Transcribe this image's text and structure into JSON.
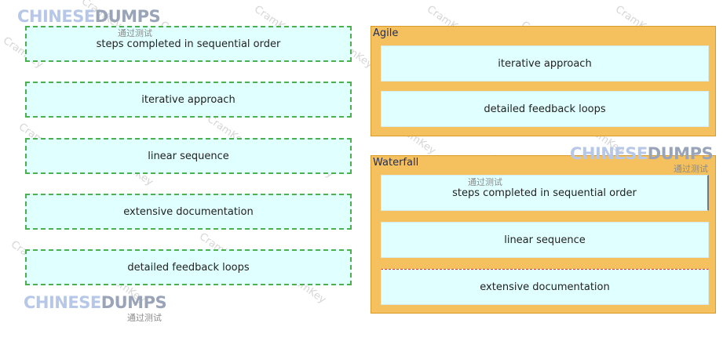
{
  "source_items": [
    "steps completed in sequential order",
    "iterative approach",
    "linear sequence",
    "extensive documentation",
    "detailed feedback loops"
  ],
  "panels": {
    "agile": {
      "title": "Agile",
      "items": [
        "iterative approach",
        "detailed feedback loops"
      ]
    },
    "waterfall": {
      "title": "Waterfall",
      "items": [
        "steps completed in sequential order",
        "linear sequence",
        "extensive documentation"
      ]
    }
  },
  "watermark": {
    "brand_part1": "CHINESE",
    "brand_part2": "DUMPS",
    "subtitle": "通过测试",
    "tile": "CramKey"
  }
}
